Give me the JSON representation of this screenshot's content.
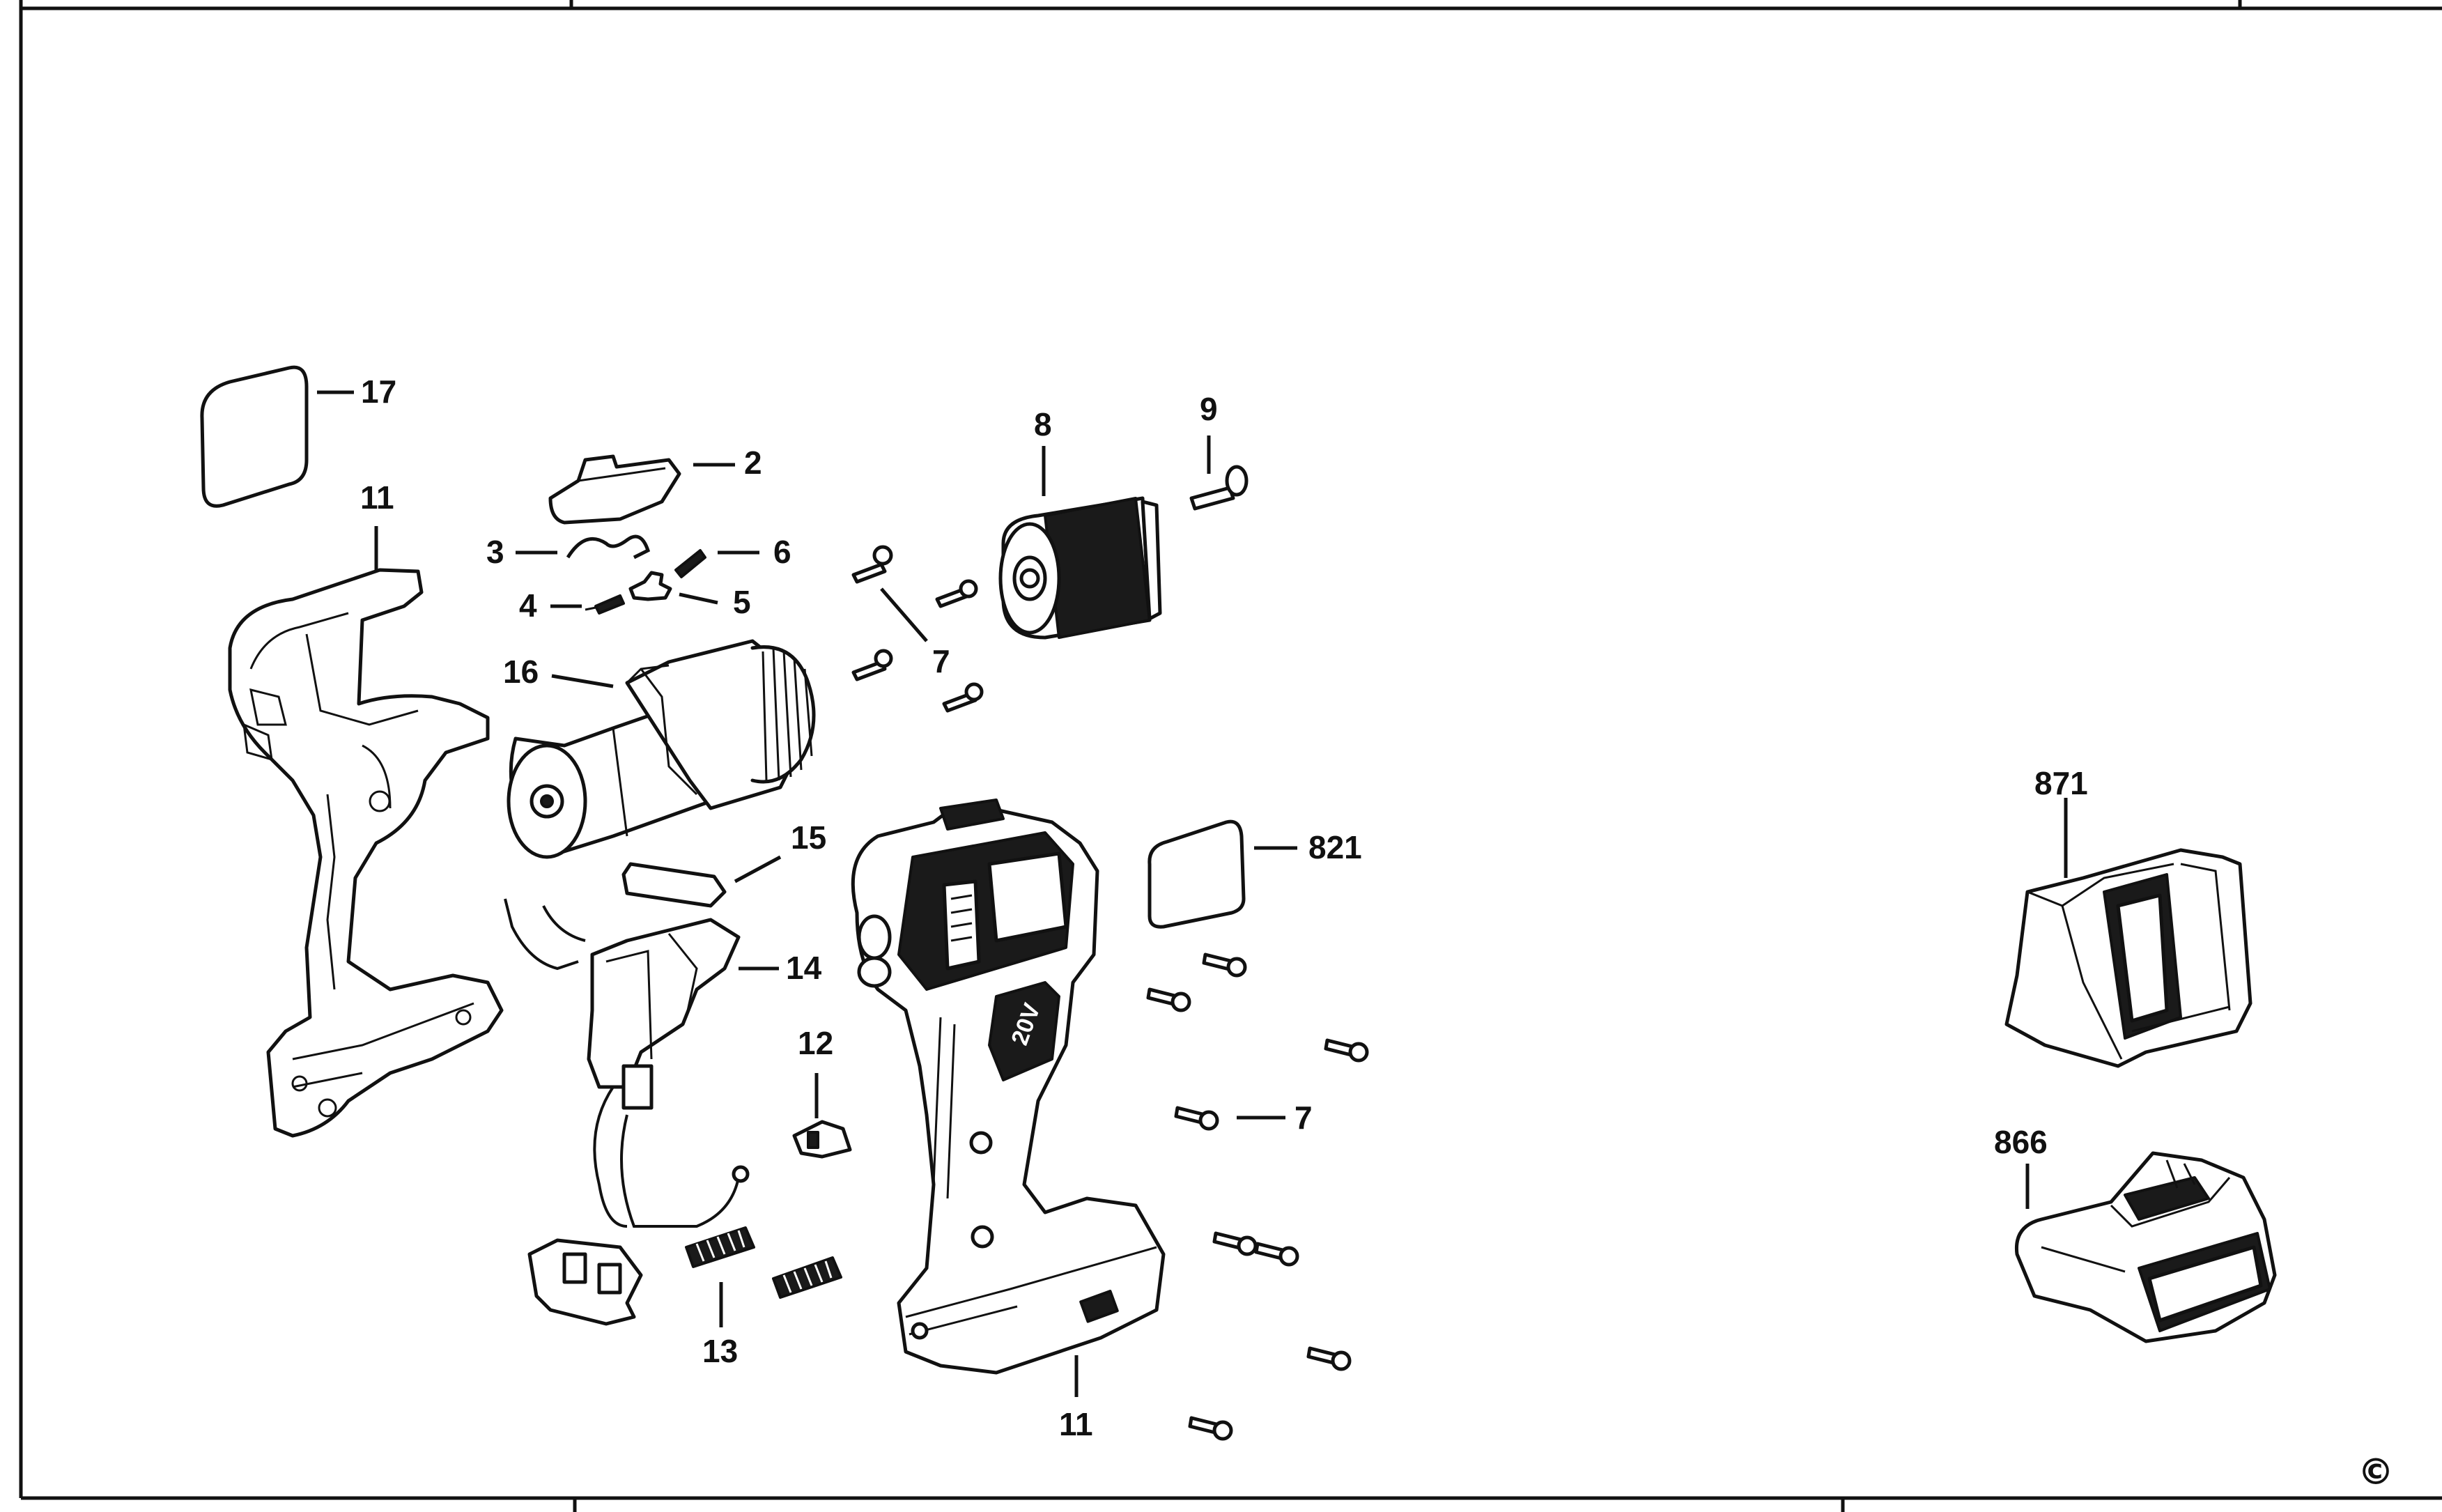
{
  "diagram": {
    "copyright_symbol": "©",
    "callouts": {
      "c2": "2",
      "c3": "3",
      "c4": "4",
      "c5": "5",
      "c6": "6",
      "c7a": "7",
      "c7b": "7",
      "c8": "8",
      "c9": "9",
      "c11a": "11",
      "c11b": "11",
      "c12": "12",
      "c13": "13",
      "c14": "14",
      "c15": "15",
      "c16": "16",
      "c17": "17",
      "c821": "821",
      "c866": "866",
      "c871": "871"
    },
    "badge_text": "20V"
  }
}
